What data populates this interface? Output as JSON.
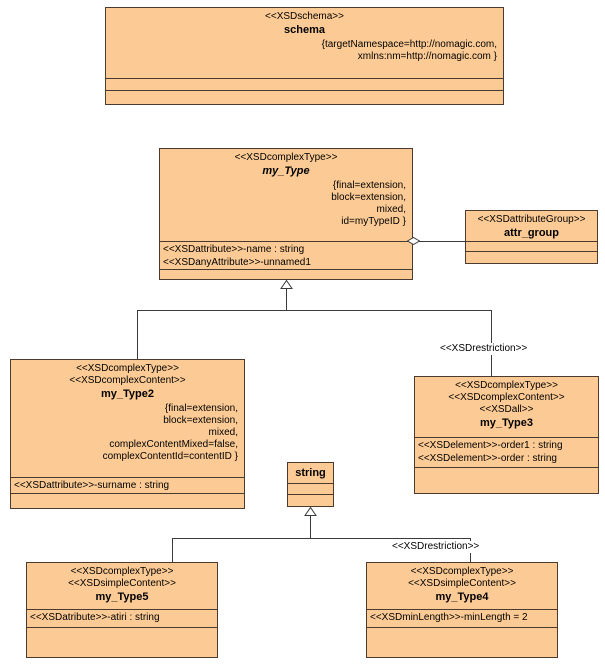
{
  "diagram": {
    "title": "XSD Schema UML Class Diagram",
    "fill_color": "#fccb95",
    "border_color": "#4a3a30",
    "line_color": "#3a3a3a",
    "background": "#ffffff"
  },
  "classes": {
    "schema": {
      "stereotypes": [
        "<<XSDschema>>"
      ],
      "name": "schema",
      "properties": [
        "{targetNamespace=http://nomagic.com,",
        "xmlns:nm=http://nomagic.com }"
      ],
      "attributes": [],
      "operations": []
    },
    "my_Type": {
      "stereotypes": [
        "<<XSDcomplexType>>"
      ],
      "name": "my_Type",
      "properties": [
        "{final=extension,",
        "block=extension,",
        "mixed,",
        "id=myTypeID }"
      ],
      "attributes": [
        "<<XSDattribute>>-name : string",
        "<<XSDanyAttribute>>-unnamed1"
      ],
      "operations": []
    },
    "attr_group": {
      "stereotypes": [
        "<<XSDattributeGroup>>"
      ],
      "name": "attr_group",
      "properties": [],
      "attributes": [],
      "operations": []
    },
    "my_Type2": {
      "stereotypes": [
        "<<XSDcomplexType>>",
        "<<XSDcomplexContent>>"
      ],
      "name": "my_Type2",
      "properties": [
        "{final=extension,",
        "block=extension,",
        "mixed,",
        "complexContentMixed=false,",
        "complexContentId=contentID }"
      ],
      "attributes": [
        "<<XSDattribute>>-surname : string"
      ],
      "operations": []
    },
    "my_Type3": {
      "stereotypes": [
        "<<XSDcomplexType>>",
        "<<XSDcomplexContent>>",
        "<<XSDall>>"
      ],
      "name": "my_Type3",
      "properties": [],
      "attributes": [
        "<<XSDelement>>-order1 : string",
        "<<XSDelement>>-order : string"
      ],
      "operations": []
    },
    "string": {
      "stereotypes": [],
      "name": "string",
      "properties": [],
      "attributes": [],
      "operations": []
    },
    "my_Type5": {
      "stereotypes": [
        "<<XSDcomplexType>>",
        "<<XSDsimpleContent>>"
      ],
      "name": "my_Type5",
      "properties": [],
      "attributes": [
        "<<XSDatribute>>-atiri : string"
      ],
      "operations": []
    },
    "my_Type4": {
      "stereotypes": [
        "<<XSDcomplexType>>",
        "<<XSDsimpleContent>>"
      ],
      "name": "my_Type4",
      "properties": [],
      "attributes": [
        "<<XSDminLength>>-minLength = 2"
      ],
      "operations": []
    }
  },
  "edges": {
    "my_type_to_attr_group": {
      "label": "",
      "kind": "aggregation"
    },
    "my_type3_generalization": {
      "label": "<<XSDrestriction>>",
      "kind": "generalization"
    },
    "my_type2_generalization": {
      "label": "",
      "kind": "generalization"
    },
    "my_type4_generalization": {
      "label": "<<XSDrestriction>>",
      "kind": "generalization"
    },
    "my_type5_generalization": {
      "label": "",
      "kind": "generalization"
    }
  }
}
